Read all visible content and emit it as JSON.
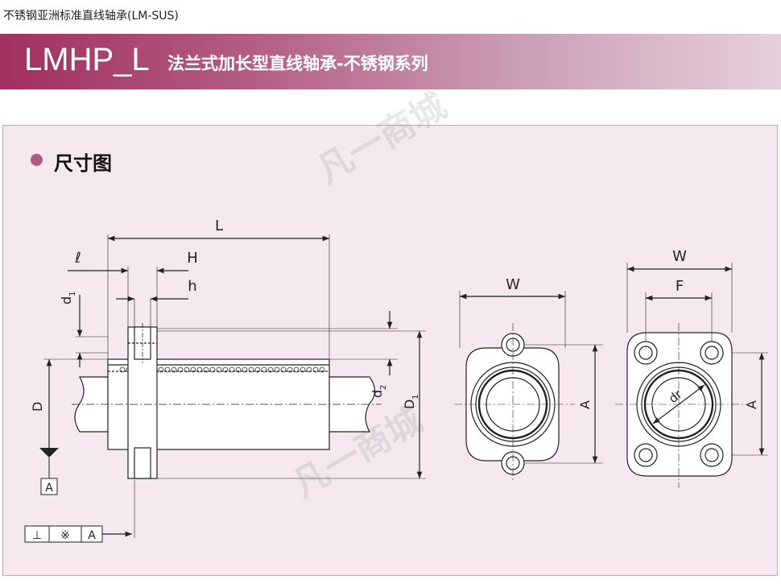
{
  "header": {
    "caption": "不锈钢亚洲标准直线轴承(LM-SUS)",
    "model": "LMHP_L",
    "subtitle": "法兰式加长型直线轴承-不锈钢系列"
  },
  "section": {
    "title": "尺寸图"
  },
  "dimensions": {
    "L": "L",
    "l": "ℓ",
    "H": "H",
    "h": "h",
    "d1_main": "d",
    "d1_sub": "1",
    "d2_main": "d",
    "d2_sub": "2",
    "D": "D",
    "D1_main": "D",
    "D1_sub": "1",
    "W_mid": "W",
    "A_mid": "A",
    "W_right": "W",
    "F": "F",
    "A_right": "A",
    "dr": "dr"
  },
  "datum": {
    "label": "A",
    "tol_perp": "⊥",
    "tol_sym": "※",
    "tol_ref": "A"
  },
  "watermark": {
    "text": "凡一商城"
  },
  "colors": {
    "accent": "#b25a82",
    "panel_bg": "#f5e8ee",
    "line": "#222222"
  }
}
